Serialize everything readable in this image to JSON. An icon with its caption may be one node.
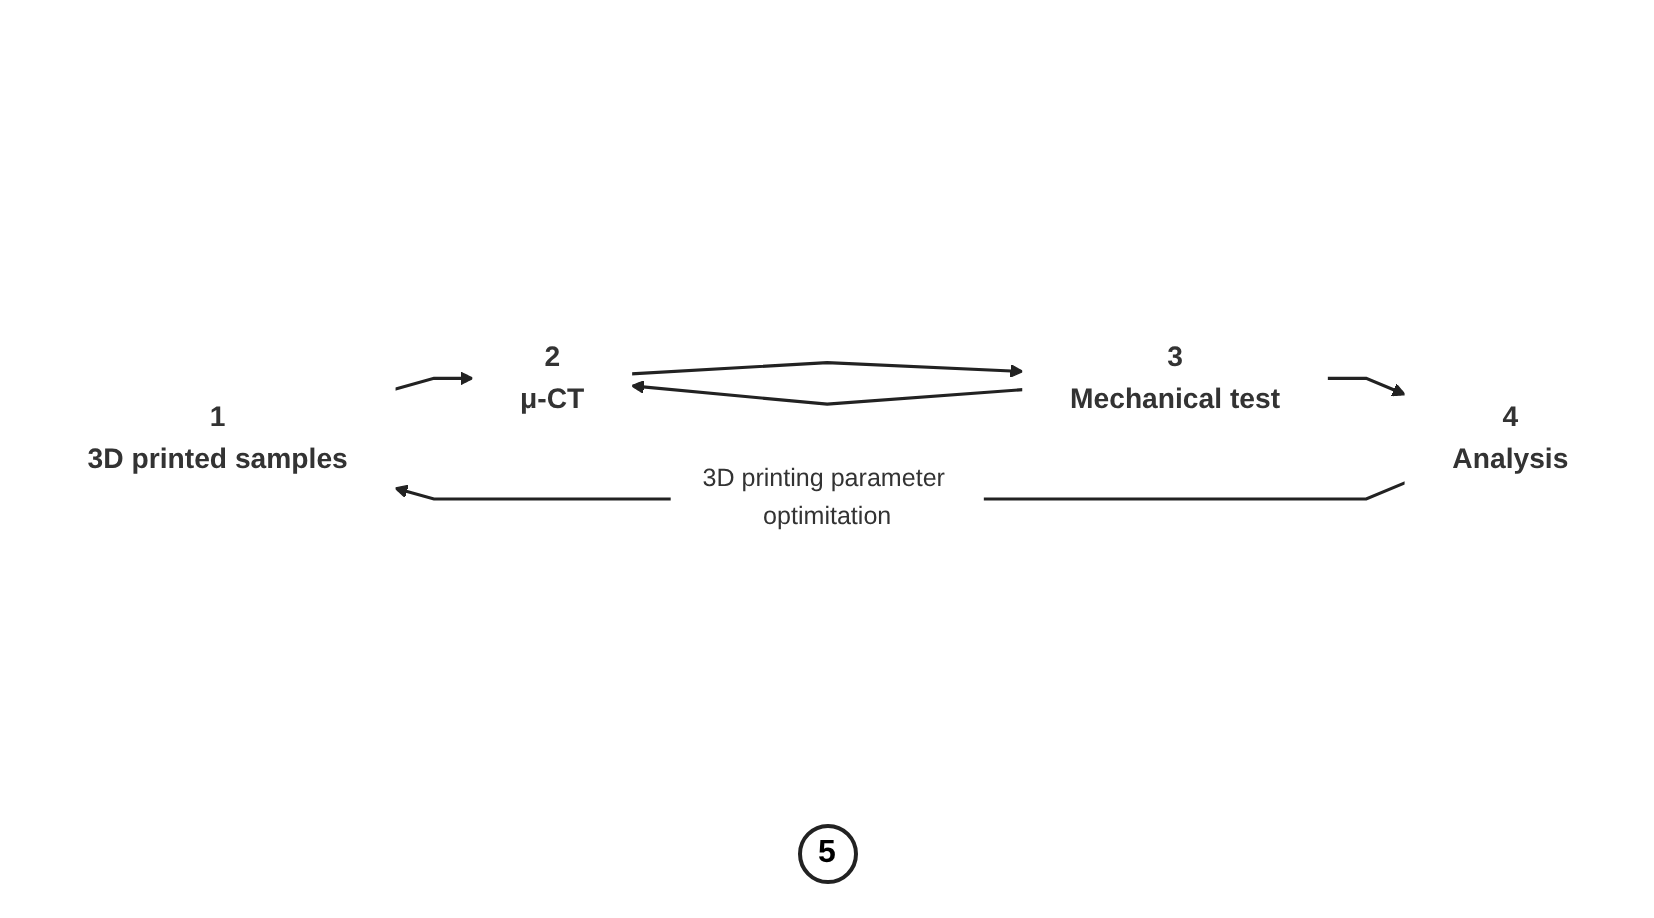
{
  "diagram": {
    "nodes": [
      {
        "text": [
          "1",
          "3D printed samples"
        ]
      },
      {
        "text": [
          "2",
          "μ-CT"
        ]
      },
      {
        "text": [
          "3",
          "Mechanical test"
        ]
      },
      {
        "text": [
          "4",
          "Analysis"
        ]
      }
    ],
    "edges": [
      {
        "from": 0,
        "to": 1,
        "arrow": "to"
      },
      {
        "from": 1,
        "to": 2,
        "arrow": "to"
      },
      {
        "from": 2,
        "to": 1,
        "arrow": "to"
      },
      {
        "from": 2,
        "to": 3,
        "arrow": "to"
      },
      {
        "from": 3,
        "to": 0,
        "arrow": "to",
        "label": "3D printing parameter optimitation"
      }
    ],
    "labels": [
      "5"
    ]
  }
}
